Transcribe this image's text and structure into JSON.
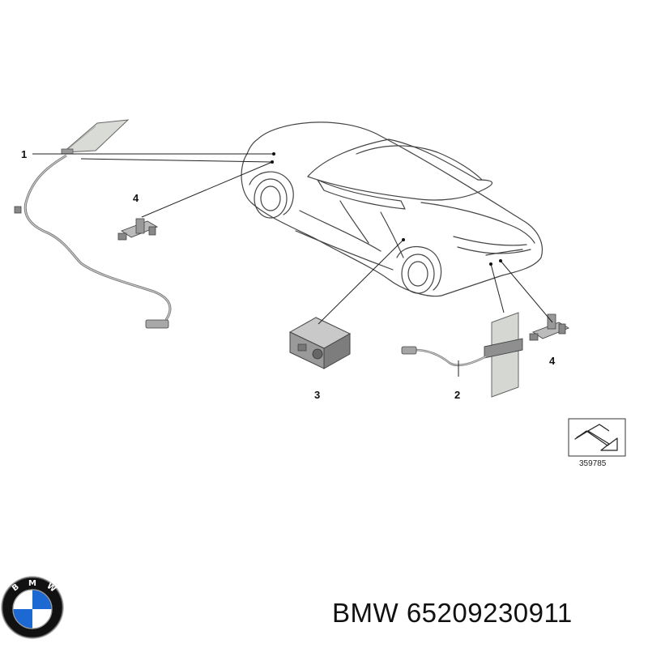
{
  "diagram": {
    "callouts": [
      {
        "id": "1",
        "label": "1"
      },
      {
        "id": "2",
        "label": "2"
      },
      {
        "id": "3",
        "label": "3"
      },
      {
        "id": "4a",
        "label": "4"
      },
      {
        "id": "4b",
        "label": "4"
      }
    ],
    "reference_number": "359785"
  },
  "caption": {
    "brand": "BMW",
    "part_number": "65209230911"
  },
  "logo": {
    "text": "BMW",
    "colors": {
      "blue": "#1c69d4",
      "white": "#ffffff",
      "black": "#111111"
    }
  }
}
